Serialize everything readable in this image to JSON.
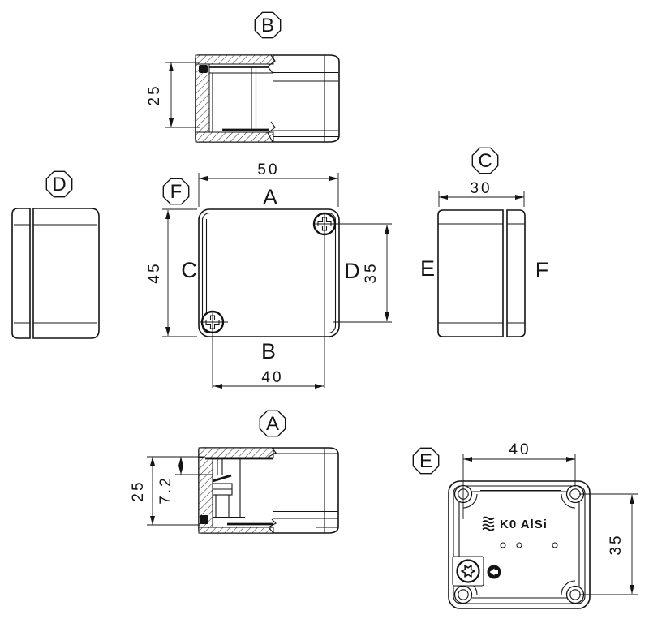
{
  "drawing": {
    "views": {
      "section_top": {
        "balloon": "B",
        "dim_depth": "25"
      },
      "plan": {
        "balloon": "F",
        "label_top": "A",
        "label_bottom": "B",
        "label_left": "C",
        "label_right": "D",
        "dim_width": "50",
        "dim_height": "45",
        "dim_screws_h": "40",
        "dim_screws_v": "35"
      },
      "side_right": {
        "balloon": "C",
        "dim_depth": "30",
        "label_left": "E",
        "label_right": "F"
      },
      "side_left": {
        "balloon": "D"
      },
      "section_bottom": {
        "balloon": "A",
        "dim_depth": "25",
        "dim_inner": "7.2"
      },
      "bottom": {
        "balloon": "E",
        "dim_holes_h": "40",
        "dim_holes_v": "35",
        "marking": "K0 AlSi"
      }
    },
    "colors": {
      "line": "#141414",
      "background": "#ffffff"
    }
  }
}
